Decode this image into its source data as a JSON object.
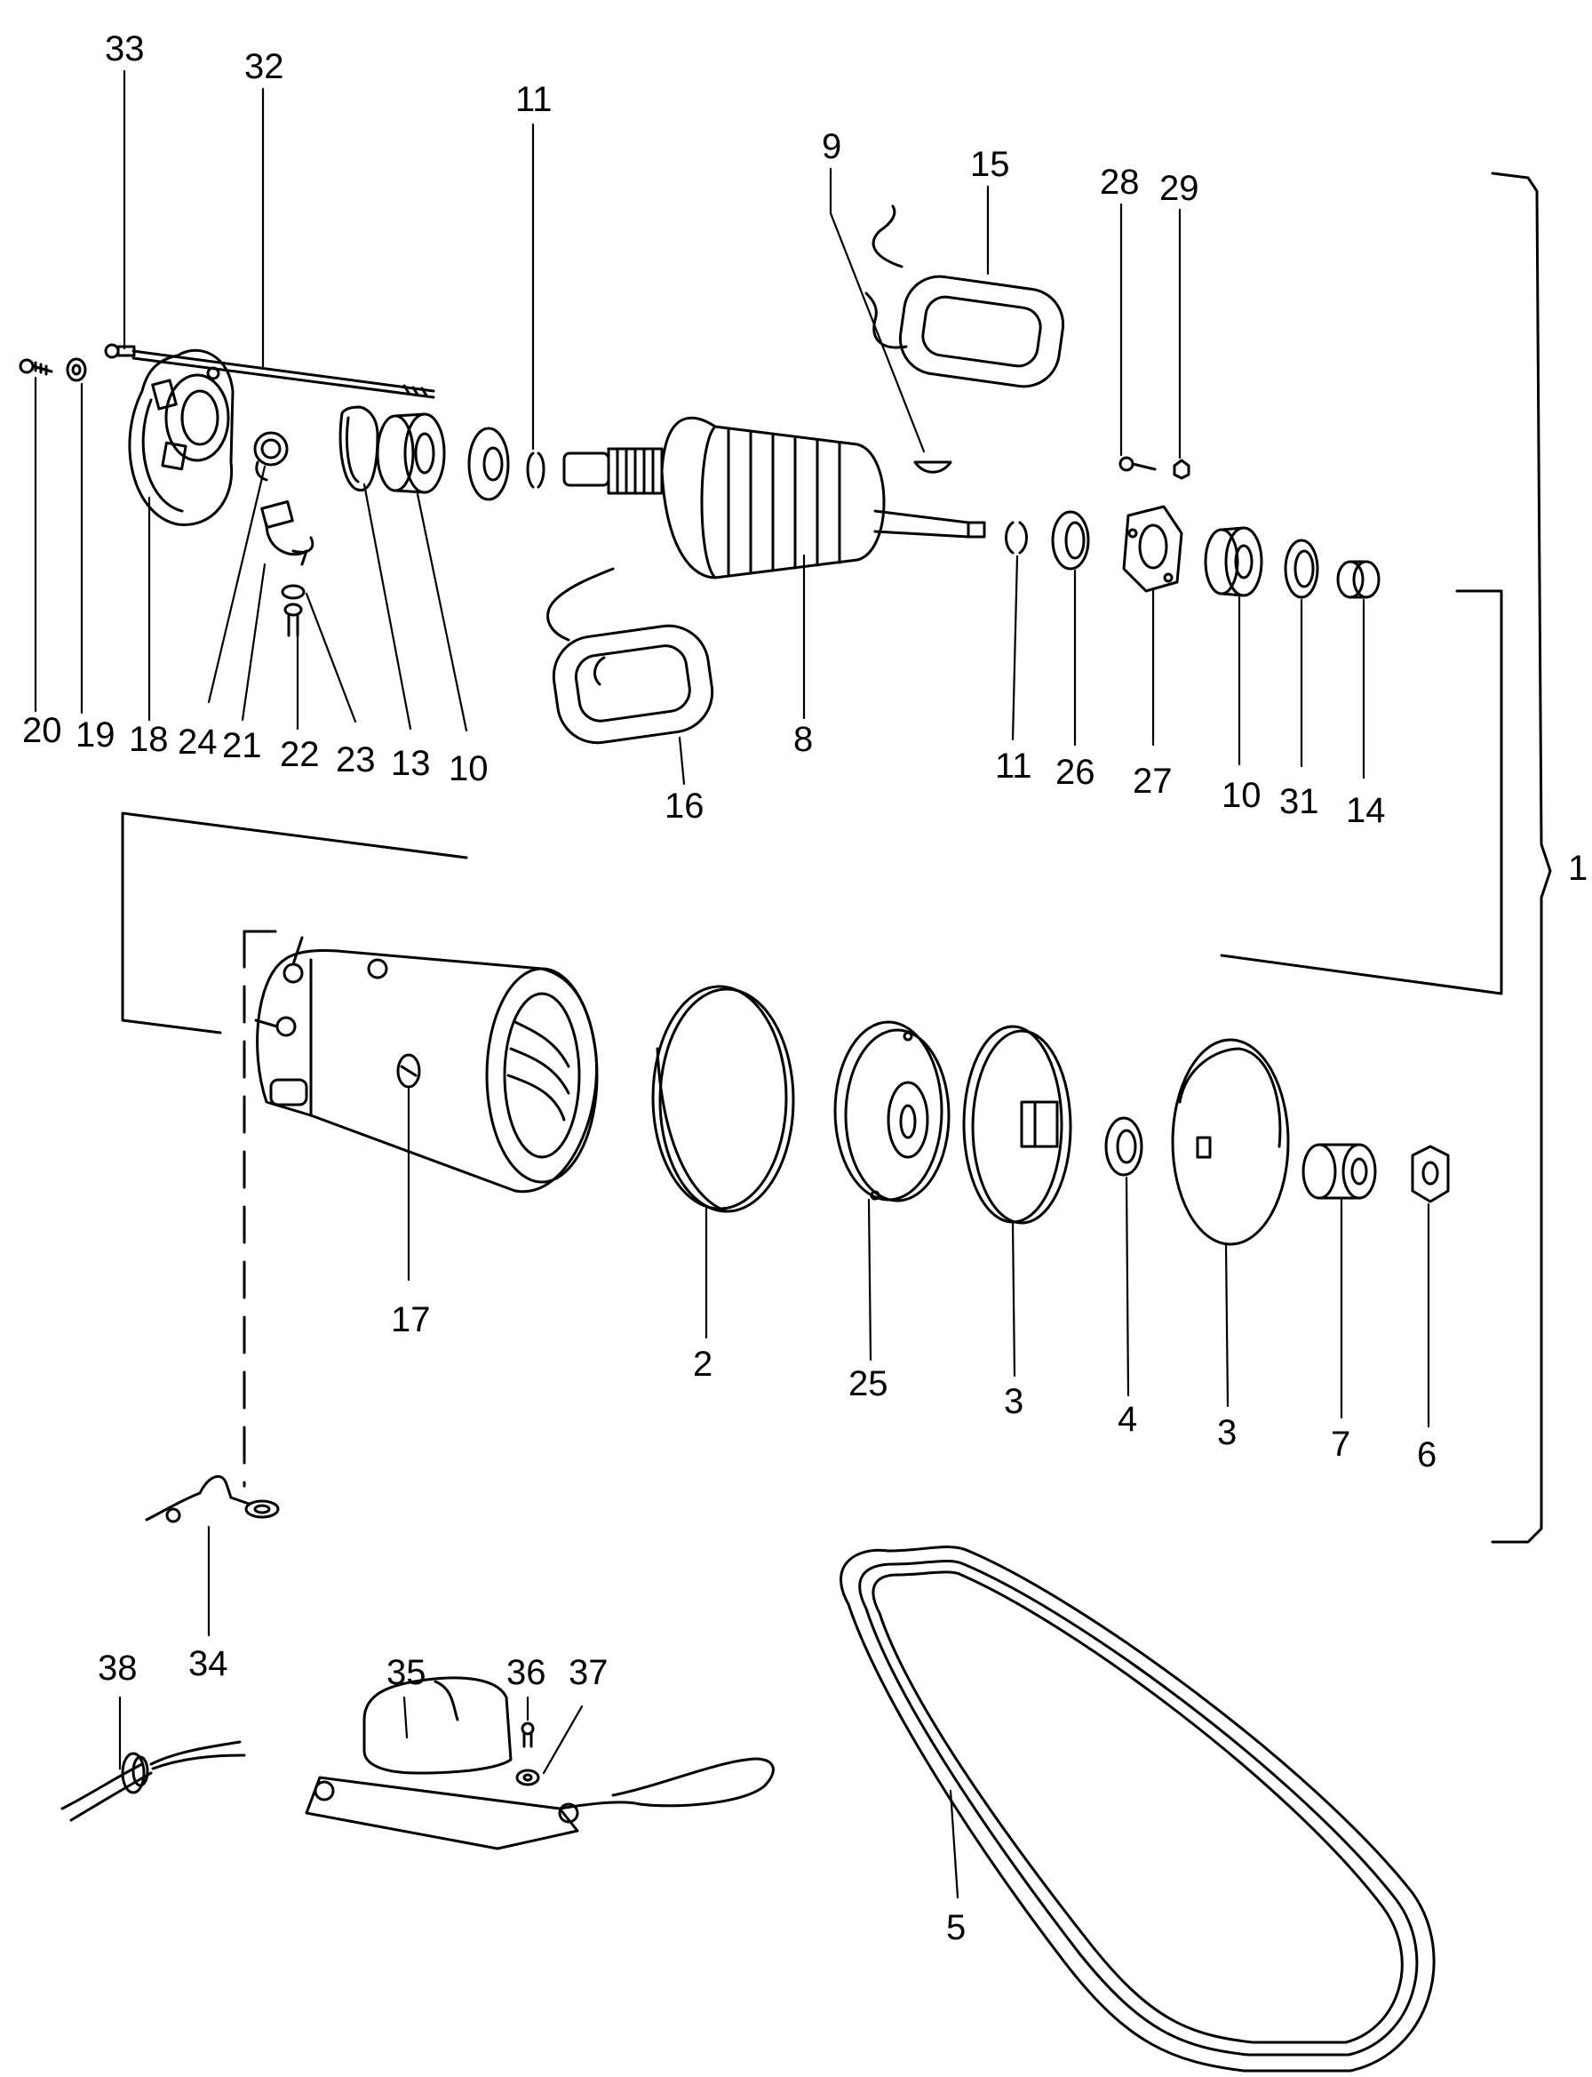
{
  "diagram": {
    "type": "exploded-parts-view",
    "line_color": "#000000",
    "background": "#ffffff",
    "callouts": [
      {
        "id": "33",
        "label": "33"
      },
      {
        "id": "32",
        "label": "32"
      },
      {
        "id": "11a",
        "label": "11"
      },
      {
        "id": "9",
        "label": "9"
      },
      {
        "id": "15",
        "label": "15"
      },
      {
        "id": "28",
        "label": "28"
      },
      {
        "id": "29",
        "label": "29"
      },
      {
        "id": "20",
        "label": "20"
      },
      {
        "id": "19",
        "label": "19"
      },
      {
        "id": "18",
        "label": "18"
      },
      {
        "id": "24",
        "label": "24"
      },
      {
        "id": "21",
        "label": "21"
      },
      {
        "id": "22",
        "label": "22"
      },
      {
        "id": "23",
        "label": "23"
      },
      {
        "id": "13",
        "label": "13"
      },
      {
        "id": "10a",
        "label": "10"
      },
      {
        "id": "8",
        "label": "8"
      },
      {
        "id": "16",
        "label": "16"
      },
      {
        "id": "11b",
        "label": "11"
      },
      {
        "id": "26",
        "label": "26"
      },
      {
        "id": "27",
        "label": "27"
      },
      {
        "id": "10b",
        "label": "10"
      },
      {
        "id": "31",
        "label": "31"
      },
      {
        "id": "14",
        "label": "14"
      },
      {
        "id": "1",
        "label": "1"
      },
      {
        "id": "17",
        "label": "17"
      },
      {
        "id": "2",
        "label": "2"
      },
      {
        "id": "25",
        "label": "25"
      },
      {
        "id": "3a",
        "label": "3"
      },
      {
        "id": "4",
        "label": "4"
      },
      {
        "id": "3b",
        "label": "3"
      },
      {
        "id": "7",
        "label": "7"
      },
      {
        "id": "6",
        "label": "6"
      },
      {
        "id": "34",
        "label": "34"
      },
      {
        "id": "38",
        "label": "38"
      },
      {
        "id": "35",
        "label": "35"
      },
      {
        "id": "36",
        "label": "36"
      },
      {
        "id": "37",
        "label": "37"
      },
      {
        "id": "5",
        "label": "5"
      }
    ]
  }
}
